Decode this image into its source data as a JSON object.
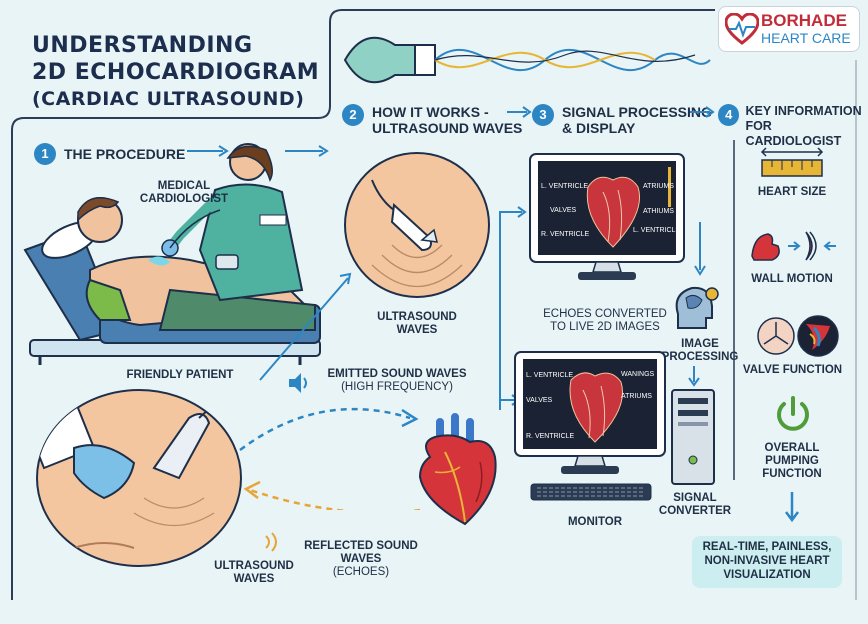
{
  "header": {
    "title_line1": "UNDERSTANDING",
    "title_line2": "2D ECHOCARDIOGRAM",
    "title_line3": "(CARDIAC ULTRASOUND)"
  },
  "brand": {
    "name_top": "BORHADE",
    "name_bottom": "HEART CARE"
  },
  "steps": [
    {
      "number": "1",
      "label": "THE PROCEDURE"
    },
    {
      "number": "2",
      "label_line1": "HOW IT WORKS -",
      "label_line2": "ULTRASOUND WAVES"
    },
    {
      "number": "3",
      "label_line1": "SIGNAL PROCESSING",
      "label_line2": "& DISPLAY"
    },
    {
      "number": "4",
      "label_line1": "KEY INFORMATION",
      "label_line2": "FOR CARDIOLOGIST"
    }
  ],
  "procedure": {
    "cardiologist_line1": "MEDICAL",
    "cardiologist_line2": "CARDIOLOGIST",
    "patient": "FRIENDLY PATIENT"
  },
  "waves": {
    "ultrasound_waves_line1": "ULTRASOUND",
    "ultrasound_waves_line2": "WAVES",
    "emitted_line1": "EMITTED SOUND WAVES",
    "emitted_line2": "(HIGH FREQUENCY)",
    "reflected_line1": "REFLECTED SOUND WAVES",
    "reflected_line2": "(ECHOES)",
    "bottom_waves_line1": "ULTRASOUND",
    "bottom_waves_line2": "WAVES"
  },
  "display": {
    "screen1": {
      "l_ventricle": "L. VENTRICLE",
      "atriums": "ATRIUMS",
      "valves": "VALVES",
      "atriums2": "ATHIUMS",
      "r_ventricle": "R. VENTRICLE",
      "l_ventricle2": "L. VENTRICLE"
    },
    "screen2": {
      "l_ventricle": "L. VENTRICLE",
      "wannings": "WANINGS",
      "valves": "VALVES",
      "atriums": "ATRIUMS",
      "r_ventricle": "R. VENTRICLE"
    },
    "echoes_line1": "ECHOES CONVERTED",
    "echoes_line2": "TO LIVE 2D IMAGES",
    "image_processing_line1": "IMAGE",
    "image_processing_line2": "PROCESSING",
    "monitor": "MONITOR",
    "signal_converter_line1": "SIGNAL",
    "signal_converter_line2": "CONVERTER"
  },
  "key_info": {
    "heart_size": "HEART SIZE",
    "wall_motion": "WALL MOTION",
    "valve_function": "VALVE FUNCTION",
    "pumping_line1": "OVERALL",
    "pumping_line2": "PUMPING",
    "pumping_line3": "FUNCTION"
  },
  "summary": {
    "line1": "REAL-TIME, PAINLESS,",
    "line2": "NON-INVASIVE HEART",
    "line3": "VISUALIZATION"
  },
  "colors": {
    "accent_blue": "#2d86c4",
    "heart_red": "#d6343b",
    "scrub_green": "#4fb2a0",
    "background": "#e8f4f6"
  }
}
